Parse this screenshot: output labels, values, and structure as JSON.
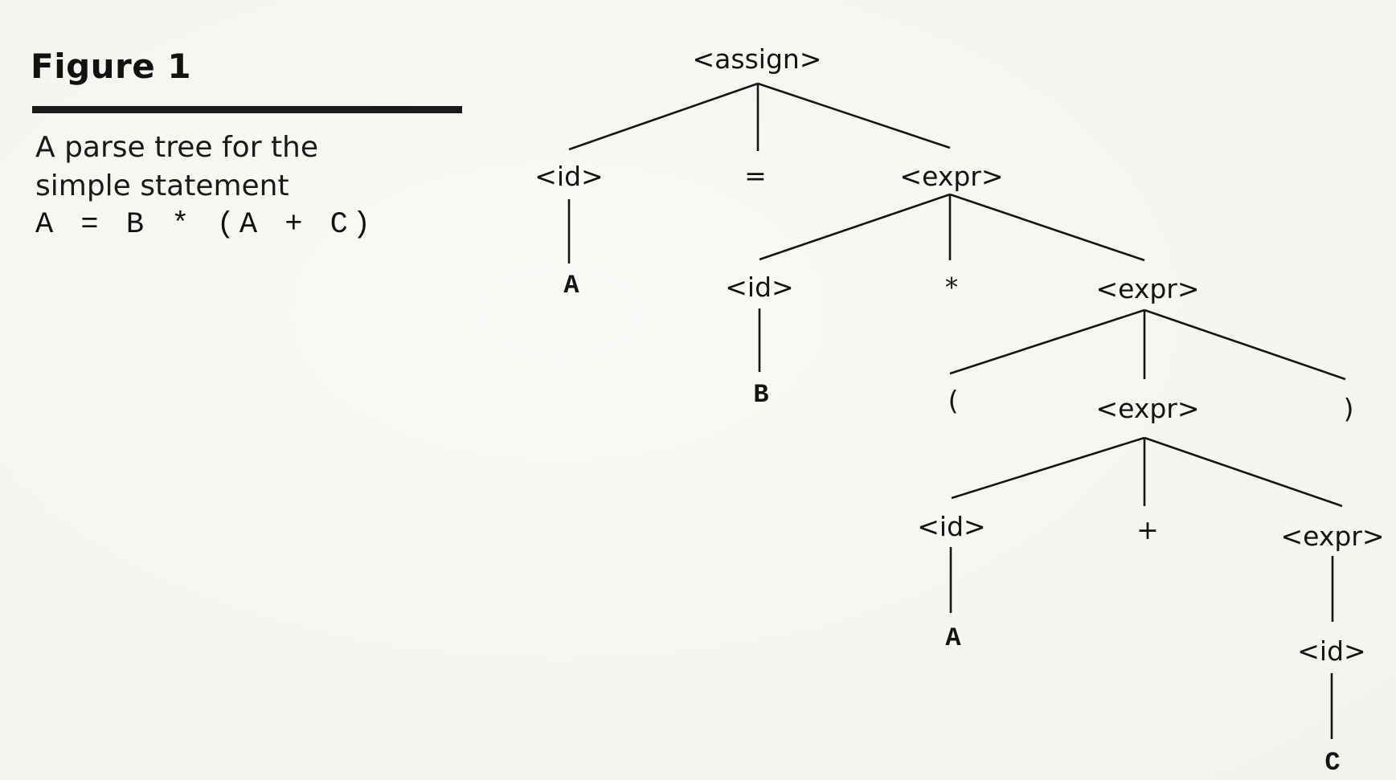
{
  "figure": {
    "title": "Figure 1",
    "caption_lines": [
      "A parse tree for the",
      "simple statement"
    ],
    "caption_code": "A = B * (A + C)"
  },
  "tree": {
    "nodes": {
      "root": "<assign>",
      "id1": "<id>",
      "eq": "=",
      "expr1": "<expr>",
      "leafA1": "A",
      "id2": "<id>",
      "star": "*",
      "expr2": "<expr>",
      "leafB": "B",
      "lparen": "(",
      "expr3": "<expr>",
      "rparen": ")",
      "id3": "<id>",
      "plus": "+",
      "expr4": "<expr>",
      "leafA2": "A",
      "id4": "<id>",
      "leafC": "C"
    }
  }
}
